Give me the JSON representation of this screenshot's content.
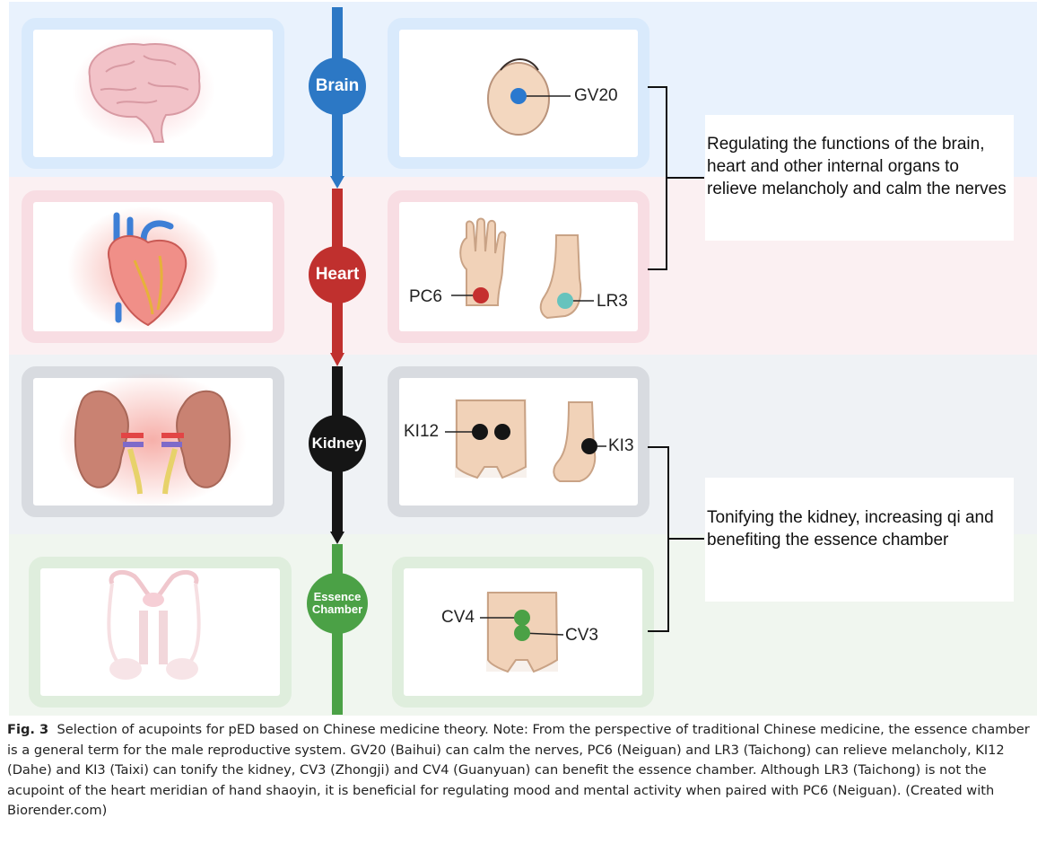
{
  "organs": [
    {
      "id": "brain",
      "label": "Brain",
      "color": "#2c78c5"
    },
    {
      "id": "heart",
      "label": "Heart",
      "color": "#c0302e"
    },
    {
      "id": "kidney",
      "label": "Kidney",
      "color": "#151515"
    },
    {
      "id": "essence",
      "label": "Essence Chamber",
      "color": "#4ba146"
    }
  ],
  "acupoints": [
    {
      "code": "GV20",
      "color": "#2a79cf"
    },
    {
      "code": "PC6",
      "color": "#c52f2f"
    },
    {
      "code": "LR3",
      "color": "#66c3bd"
    },
    {
      "code": "KI12",
      "color": "#151515"
    },
    {
      "code": "KI3",
      "color": "#151515"
    },
    {
      "code": "CV4",
      "color": "#4ba146"
    },
    {
      "code": "CV3",
      "color": "#4ba146"
    }
  ],
  "effects": [
    {
      "text": "Regulating the functions of the brain, heart and other internal organs to relieve melancholy and calm the nerves"
    },
    {
      "text": "Tonifying the kidney, increasing qi and benefiting the essence chamber"
    }
  ],
  "caption": {
    "figure_label": "Fig. 3",
    "text": "Selection of acupoints for pED based on Chinese medicine theory. Note: From the perspective of traditional Chinese medicine, the essence chamber is a general term for the male reproductive system. GV20 (Baihui) can calm the nerves, PC6 (Neiguan) and LR3 (Taichong) can relieve melancholy, KI12 (Dahe) and KI3 (Taixi) can tonify the kidney, CV3 (Zhongji) and CV4 (Guanyuan) can benefit the essence chamber. Although LR3 (Taichong) is not the acupoint of the heart meridian of hand shaoyin, it is beneficial for regulating mood and mental activity when paired with PC6 (Neiguan). (Created with Biorender.com)"
  }
}
